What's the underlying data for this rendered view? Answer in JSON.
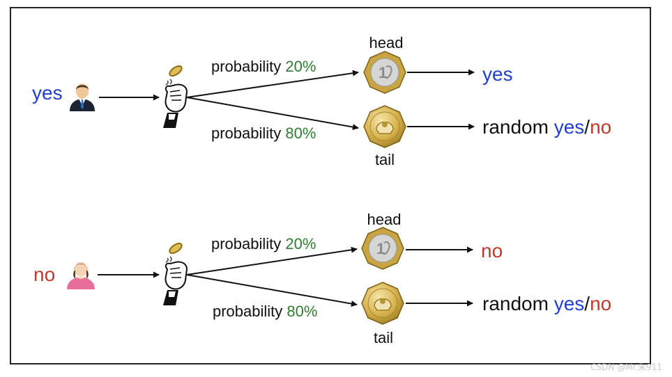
{
  "colors": {
    "blue": "#1f3fcf",
    "red": "#c0392b",
    "green": "#2e7d32",
    "black": "#111111"
  },
  "rows": [
    {
      "respondent": {
        "answer": "yes",
        "answer_color": "blue",
        "icon": "man-avatar-icon"
      },
      "flip_icon": "coin-flip-hand-icon",
      "head": {
        "coin_label": "head",
        "prob_label": "probability",
        "prob_value": "20%",
        "coin_icon": "coin-head-icon",
        "outcome": "yes",
        "outcome_color": "blue"
      },
      "tail": {
        "coin_label": "tail",
        "prob_label": "probability",
        "prob_value": "80%",
        "coin_icon": "coin-tail-icon",
        "outcome_prefix": "random",
        "outcome_yes": "yes",
        "outcome_sep": "/",
        "outcome_no": "no"
      }
    },
    {
      "respondent": {
        "answer": "no",
        "answer_color": "red",
        "icon": "woman-avatar-icon"
      },
      "flip_icon": "coin-flip-hand-icon",
      "head": {
        "coin_label": "head",
        "prob_label": "probability",
        "prob_value": "20%",
        "coin_icon": "coin-head-icon",
        "outcome": "no",
        "outcome_color": "red"
      },
      "tail": {
        "coin_label": "tail",
        "prob_label": "probability",
        "prob_value": "80%",
        "coin_icon": "coin-tail-icon",
        "outcome_prefix": "random",
        "outcome_yes": "yes",
        "outcome_sep": "/",
        "outcome_no": "no"
      }
    }
  ],
  "watermark": "CSDN @Mr.朱911"
}
